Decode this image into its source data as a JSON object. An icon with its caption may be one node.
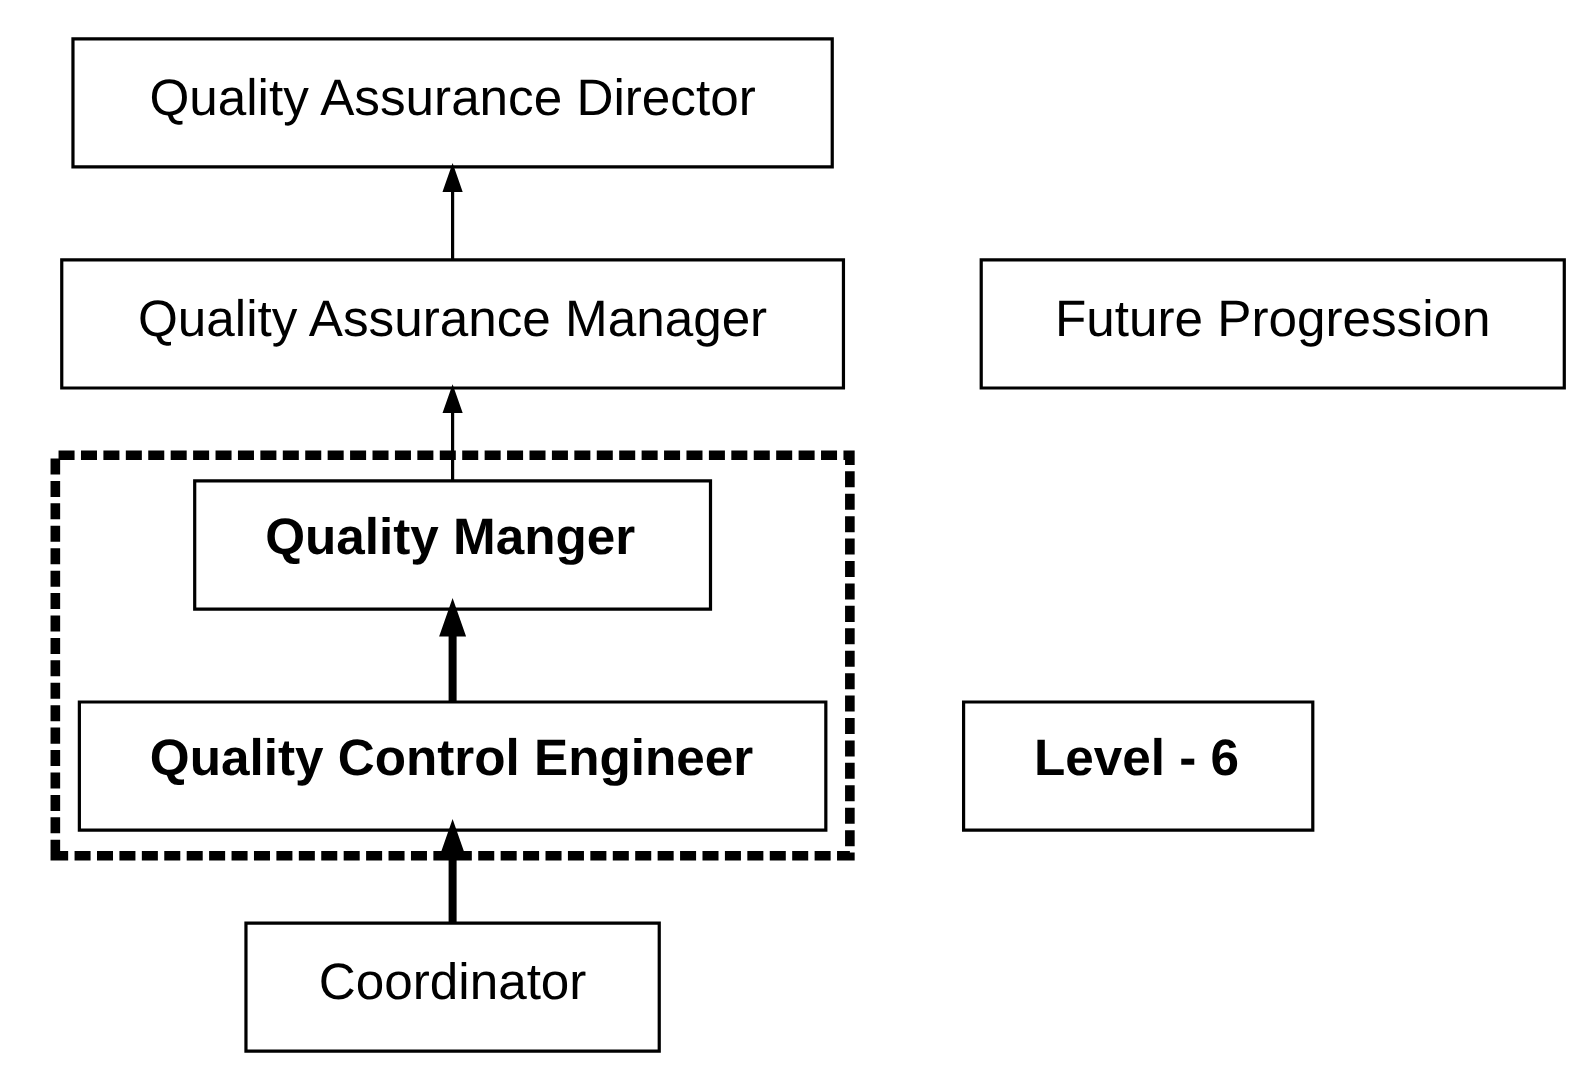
{
  "diagram": {
    "nodes": [
      {
        "text": [
          "Quality Assurance Director"
        ]
      },
      {
        "text": [
          "Quality Assurance Manager"
        ]
      },
      {
        "text": [],
        "shape": "box"
      },
      {
        "text": [
          "Quality Manger"
        ],
        "in": 2
      },
      {
        "text": [
          "Quality Control Engineer"
        ],
        "in": 2
      },
      {
        "text": [
          "Coordinator"
        ]
      },
      {
        "text": [
          "Future Progression"
        ]
      },
      {
        "text": [
          "Level - 6"
        ]
      }
    ],
    "edges": [
      {
        "from": 1,
        "to": 0,
        "arrow": "to"
      },
      {
        "from": 3,
        "to": 1,
        "arrow": "to"
      },
      {
        "from": 4,
        "to": 3,
        "arrow": "to",
        "style": "thick"
      },
      {
        "from": 5,
        "to": 4,
        "arrow": "to",
        "style": "thick"
      }
    ]
  }
}
